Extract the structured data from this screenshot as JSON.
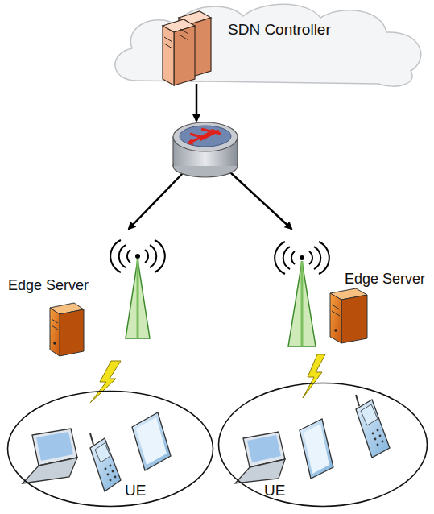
{
  "diagram": {
    "nodes": [
      {
        "text": [
          "SDN Controller"
        ]
      },
      {
        "text": [
          "UE"
        ]
      },
      {
        "text": [
          "UE"
        ]
      }
    ],
    "labels": [
      "Edge Server",
      "Edge Server"
    ]
  }
}
